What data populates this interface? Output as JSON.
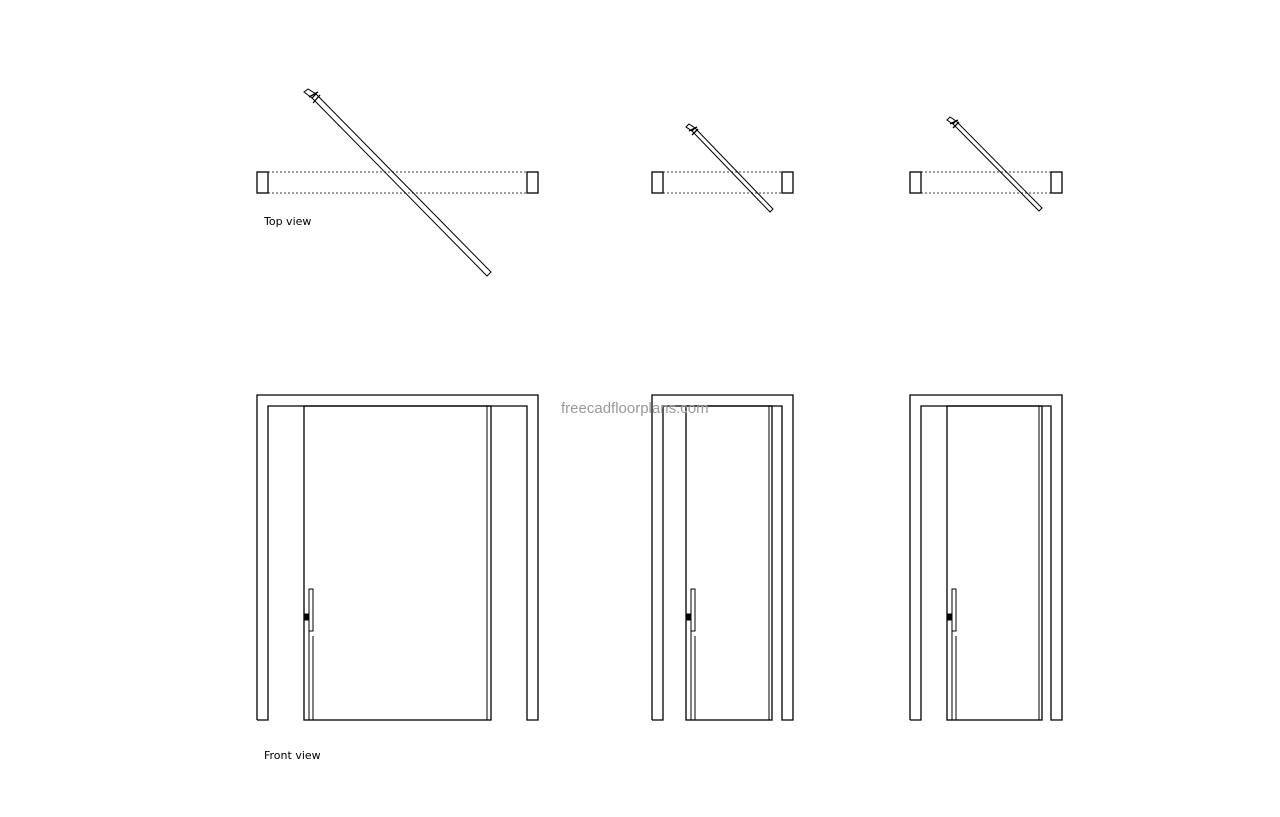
{
  "labels": {
    "top_view": "Top view",
    "front_view": "Front view"
  },
  "watermark": "freecadfloorplans.com"
}
